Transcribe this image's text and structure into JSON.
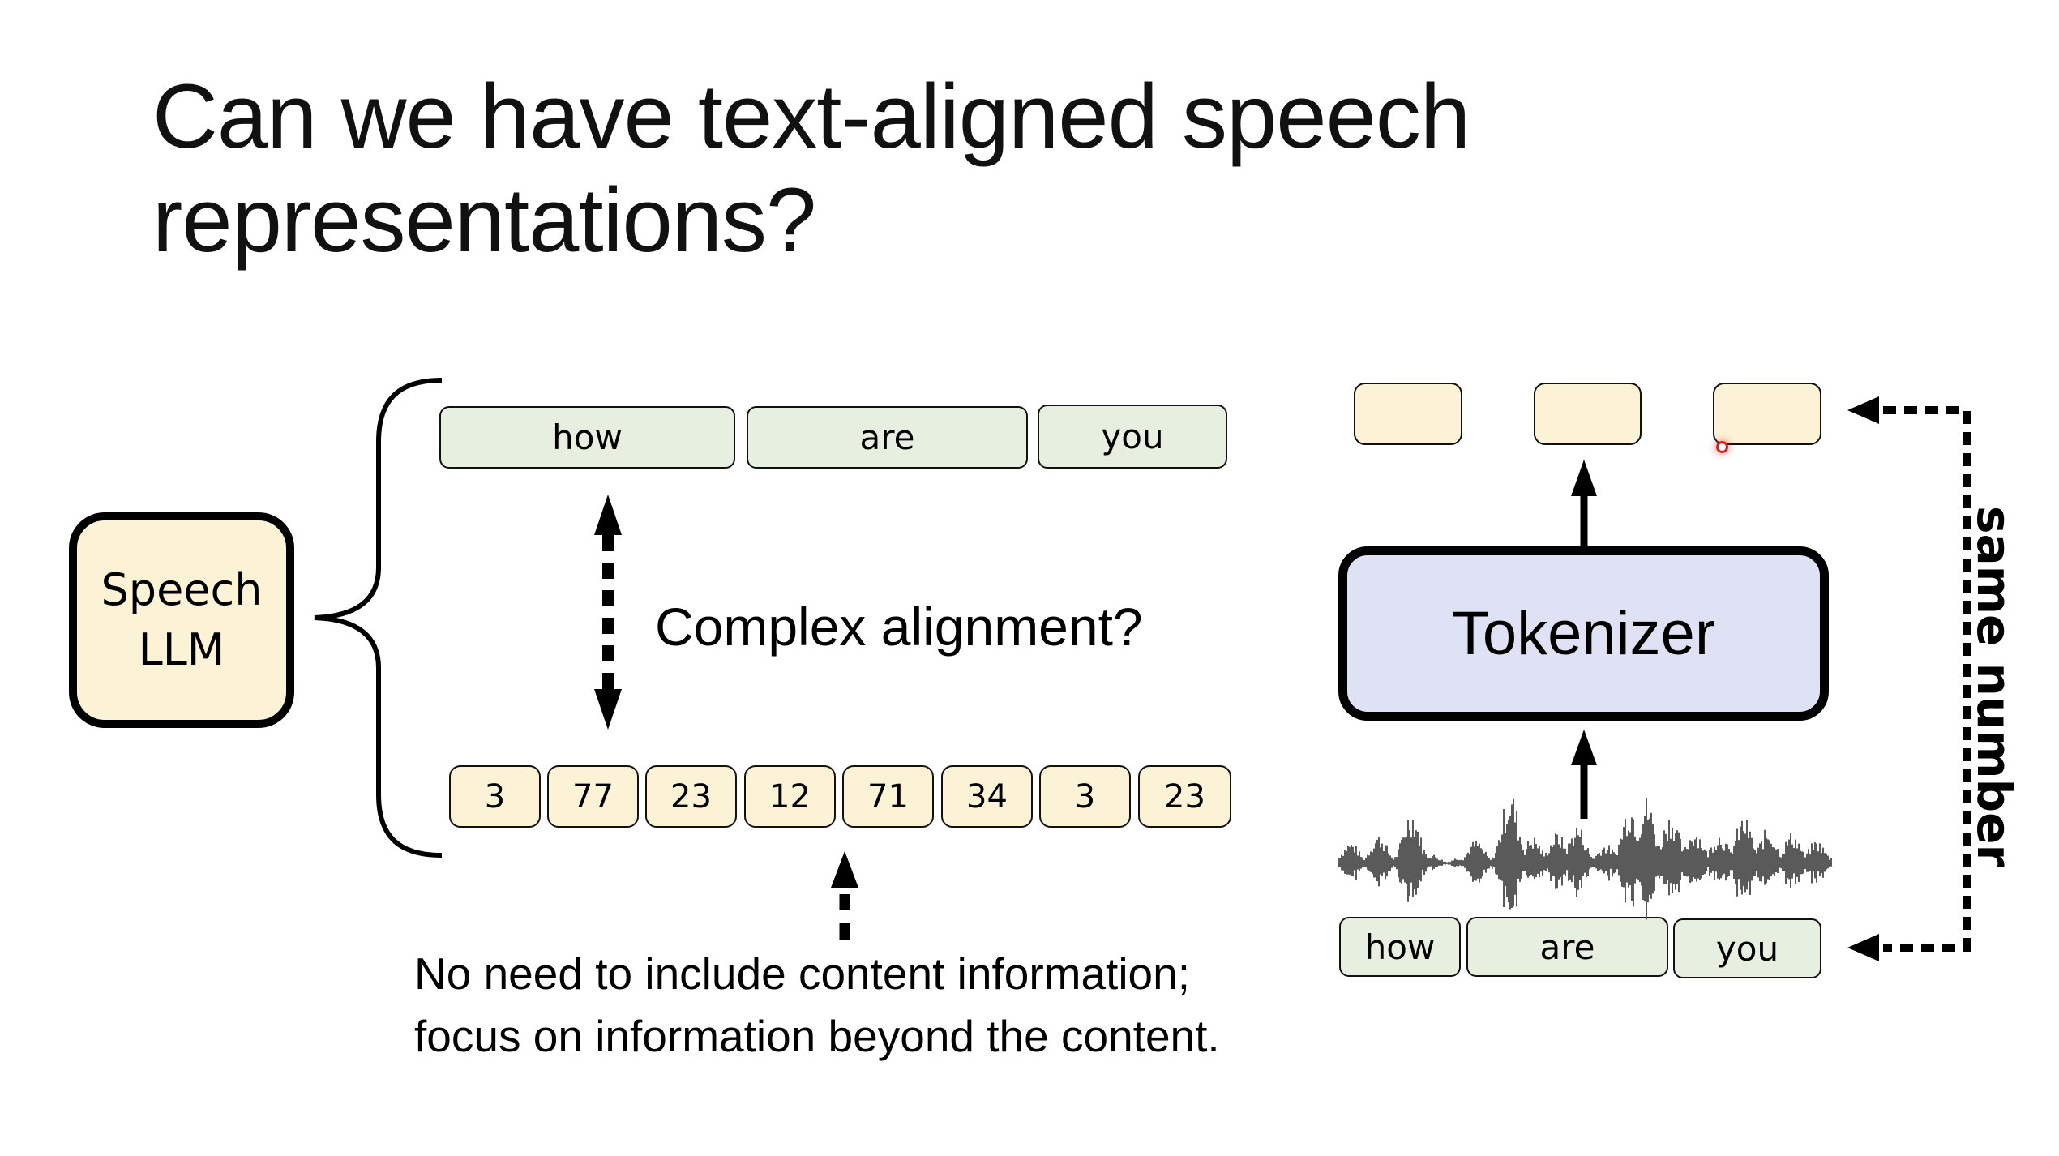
{
  "slide": {
    "title_line1": "Can we have text-aligned speech",
    "title_line2": "representations?"
  },
  "colors": {
    "token_fill": "#FCF2D6",
    "word_fill": "#E7EFE0",
    "tokenizer_fill": "#DFE2F4",
    "llm_fill": "#FCF2D6",
    "waveform": "#5a5a5a",
    "cursor": "#e02020"
  },
  "left_diagram": {
    "llm_line1": "Speech",
    "llm_line2": "LLM",
    "text_words": [
      "how",
      "are",
      "you"
    ],
    "speech_tokens": [
      "3",
      "77",
      "23",
      "12",
      "71",
      "34",
      "3",
      "23"
    ],
    "alignment_question": "Complex alignment?",
    "note_line1": "No need to include content information;",
    "note_line2": "focus on information beyond the content."
  },
  "right_diagram": {
    "output_token_count": 3,
    "tokenizer_label": "Tokenizer",
    "transcript_words": [
      "how",
      "are",
      "you"
    ],
    "side_label": "same number"
  }
}
